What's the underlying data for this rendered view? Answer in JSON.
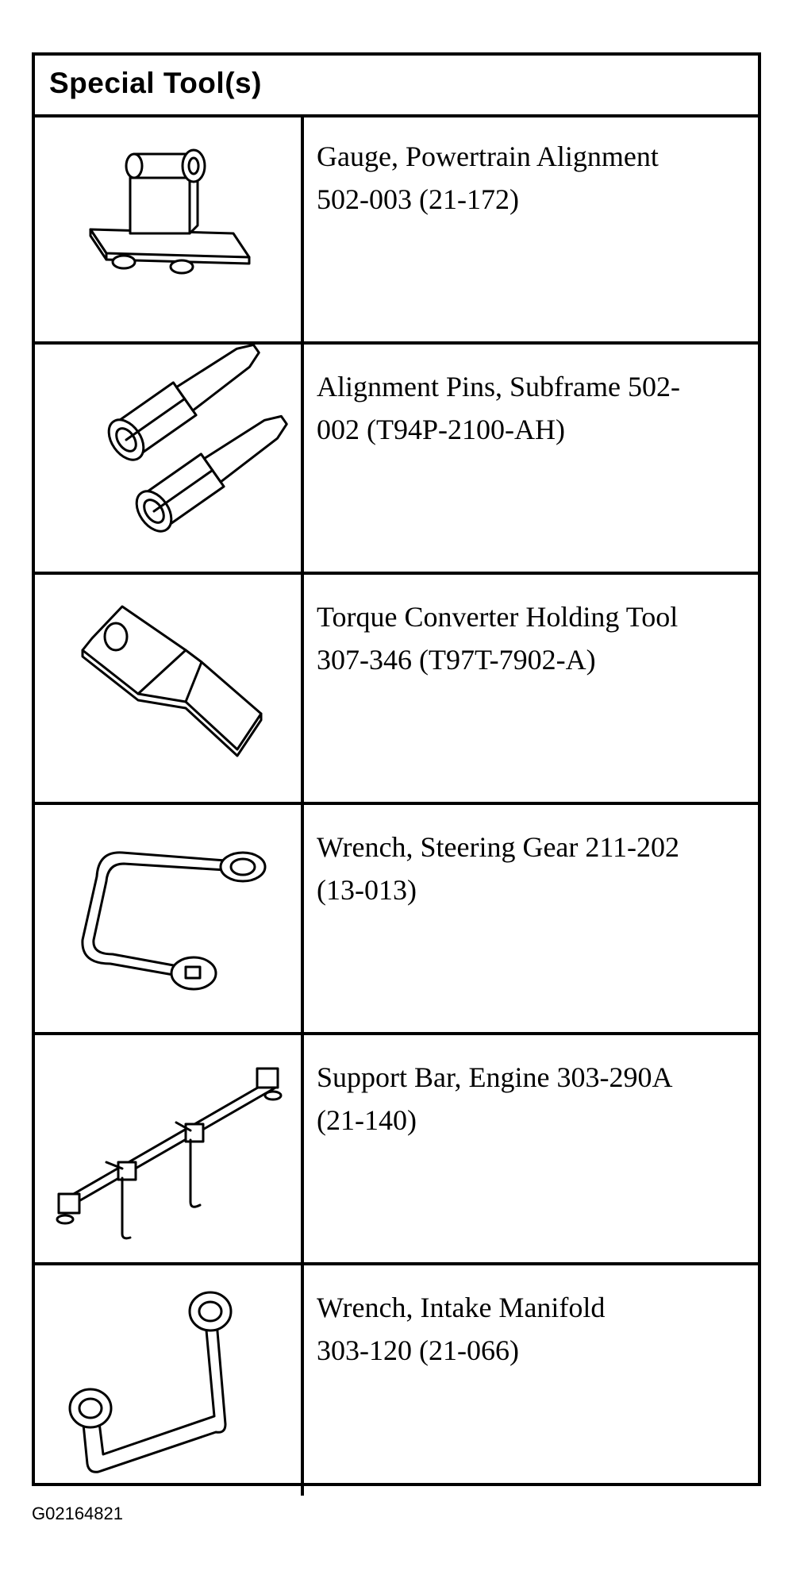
{
  "header": {
    "title": "Special Tool(s)"
  },
  "tools": [
    {
      "icon": "powertrain-alignment-gauge-icon",
      "line1": "Gauge, Powertrain Alignment",
      "line2": "502-003 (21-172)"
    },
    {
      "icon": "subframe-alignment-pins-icon",
      "line1": "Alignment Pins, Subframe 502-",
      "line2": "002 (T94P-2100-AH)"
    },
    {
      "icon": "torque-converter-holding-tool-icon",
      "line1": "Torque Converter Holding Tool",
      "line2": "307-346 (T97T-7902-A)"
    },
    {
      "icon": "steering-gear-wrench-icon",
      "line1": "Wrench, Steering Gear 211-202",
      "line2": "(13-013)"
    },
    {
      "icon": "engine-support-bar-icon",
      "line1": "Support Bar, Engine 303-290A",
      "line2": "(21-140)"
    },
    {
      "icon": "intake-manifold-wrench-icon",
      "line1": "Wrench, Intake Manifold",
      "line2": "303-120 (21-066)"
    }
  ],
  "figure_id": "G02164821"
}
